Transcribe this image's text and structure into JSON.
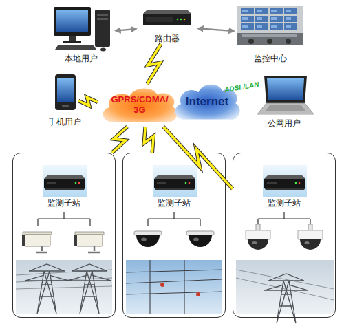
{
  "diagram": {
    "nodes": [
      {
        "text": [
          "本地用户"
        ]
      },
      {
        "text": [
          "路由器"
        ]
      },
      {
        "text": [
          "监控中心"
        ]
      },
      {
        "text": [
          "手机用户"
        ]
      },
      {
        "text": [
          "GPRS/CDMA/ 3G"
        ]
      },
      {
        "text": [
          "Internet"
        ]
      },
      {
        "text": [
          "公网用户"
        ]
      },
      {
        "text": [
          "监测子站"
        ]
      },
      {
        "text": [
          "监测子站"
        ]
      },
      {
        "text": [
          "监测子站"
        ]
      }
    ],
    "edges": [
      {
        "from": 0,
        "to": 1,
        "arrow": "both"
      },
      {
        "from": 1,
        "to": 2,
        "arrow": "both"
      },
      {
        "from": 1,
        "to": 4,
        "arrow": "none"
      },
      {
        "from": 3,
        "to": 4,
        "arrow": "none"
      },
      {
        "from": 4,
        "to": 7,
        "arrow": "none"
      },
      {
        "from": 4,
        "to": 8,
        "arrow": "none"
      },
      {
        "from": 4,
        "to": 9,
        "arrow": "none"
      }
    ],
    "labels": [
      "ADSL/LAN"
    ]
  }
}
